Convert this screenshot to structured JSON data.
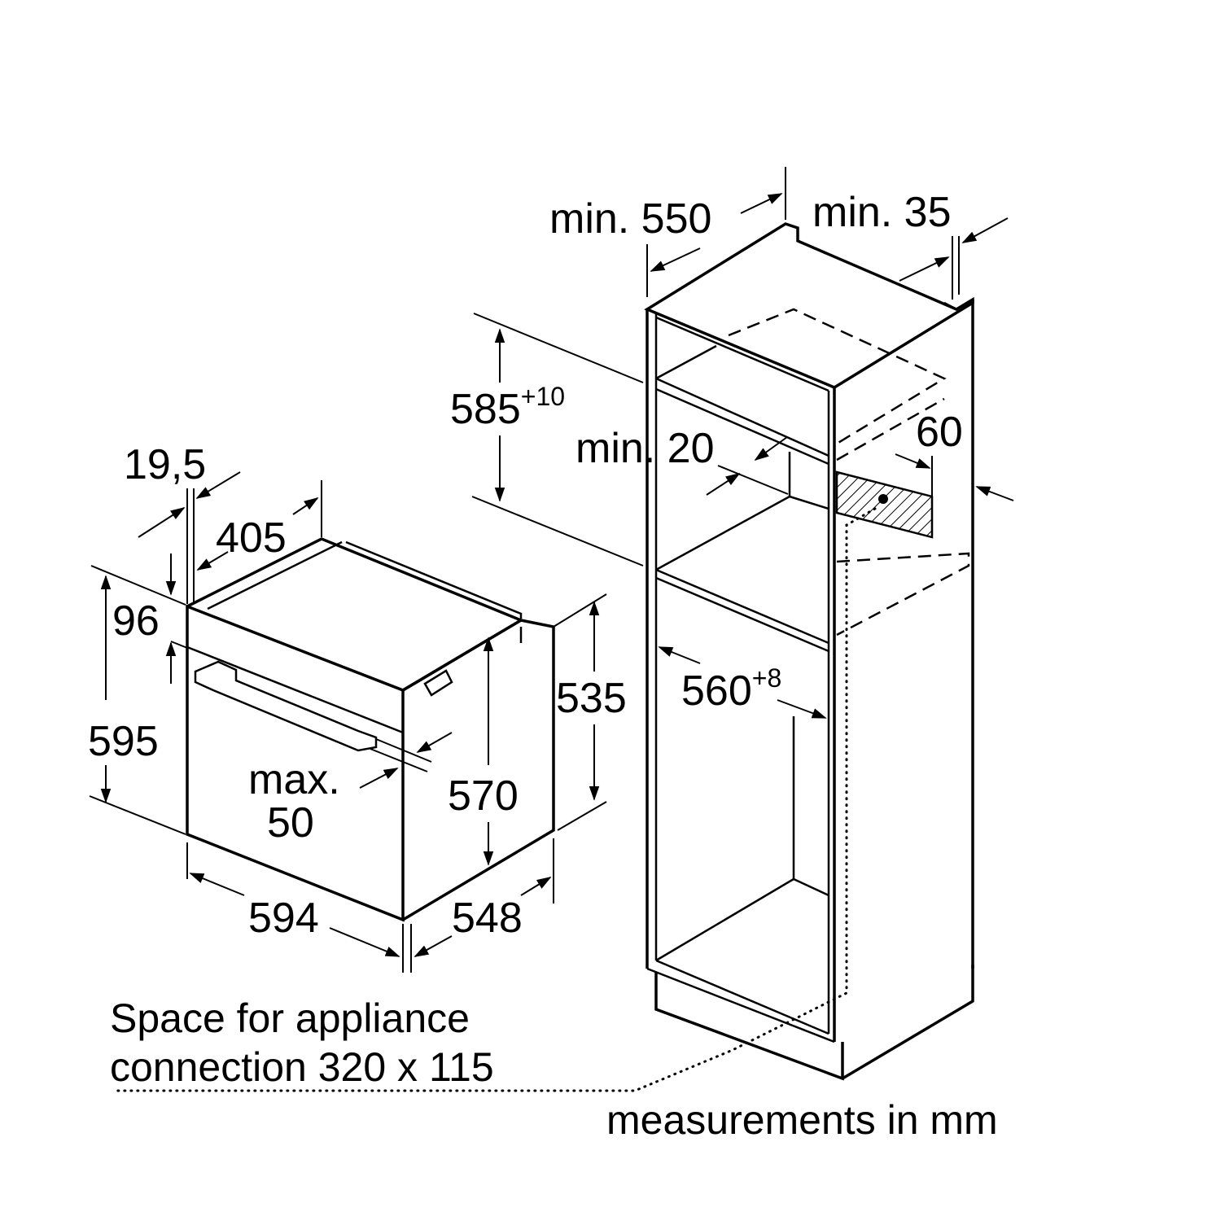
{
  "oven": {
    "dims": {
      "d19_5": "19,5",
      "d405": "405",
      "d96": "96",
      "d595": "595",
      "d535": "535",
      "d570": "570",
      "max_label": "max.",
      "max_value": "50",
      "d594": "594",
      "d548": "548"
    }
  },
  "cabinet": {
    "dims": {
      "min550": "min. 550",
      "min35": "min. 35",
      "d585_base": "585",
      "d585_tol": "+10",
      "min20": "min. 20",
      "d60": "60",
      "d560_base": "560",
      "d560_tol": "+8"
    }
  },
  "notes": {
    "space_line1": "Space for appliance",
    "space_line2": "connection 320 x 115",
    "units": "measurements in mm"
  }
}
